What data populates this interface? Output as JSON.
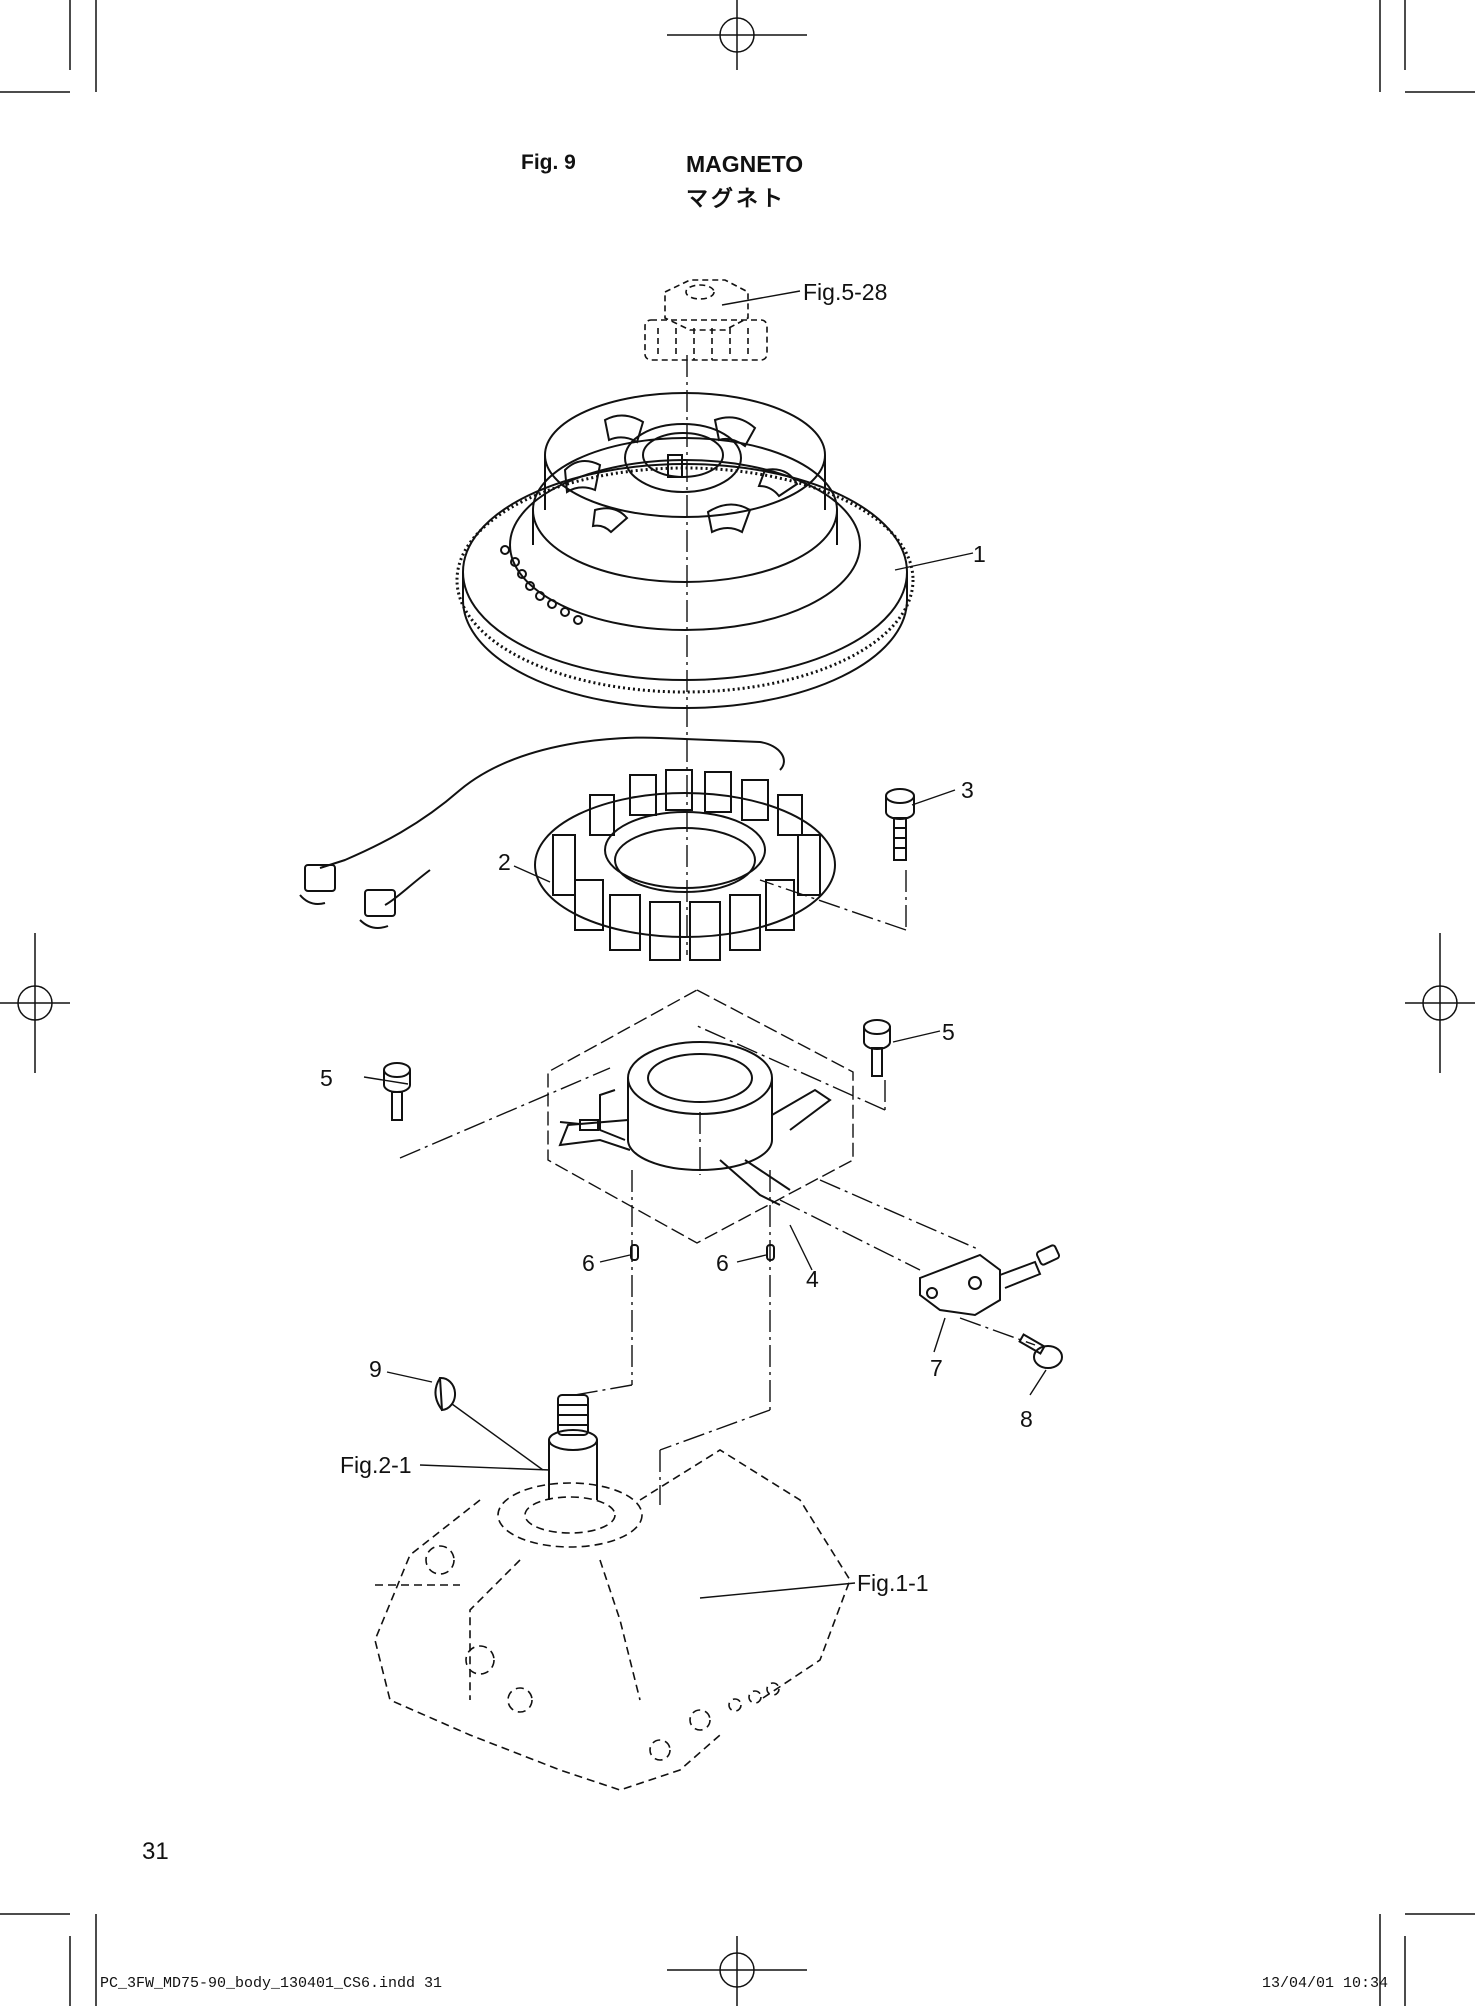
{
  "header": {
    "figure_number": "Fig. 9",
    "title": "MAGNETO",
    "subtitle_ja": "マグネト"
  },
  "callouts": {
    "ref_fig5_28": "Fig.5-28",
    "part_1": "1",
    "part_2": "2",
    "part_3": "3",
    "part_4": "4",
    "part_5a": "5",
    "part_5b": "5",
    "part_6a": "6",
    "part_6b": "6",
    "part_7": "7",
    "part_8": "8",
    "part_9": "9",
    "ref_fig2_1": "Fig.2-1",
    "ref_fig1_1": "Fig.1-1"
  },
  "footer": {
    "page_number": "31",
    "file_slug": "PC_3FW_MD75-90_body_130401_CS6.indd   31",
    "date_slug": "13/04/01   10:34"
  }
}
